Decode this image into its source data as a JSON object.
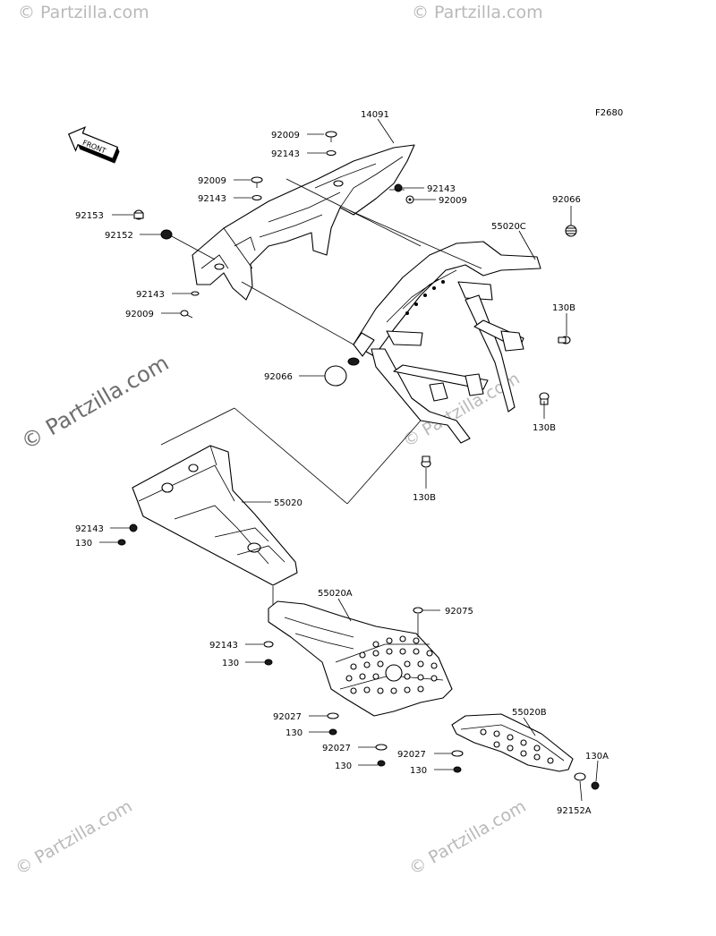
{
  "figure_code": "F2680",
  "front_label": "FRONT",
  "watermark": {
    "main": "© Partzilla.com",
    "tile": "© Partzilla.com"
  },
  "labels": {
    "p14091": "14091",
    "p92009_a": "92009",
    "p92143_a": "92143",
    "p92009_b": "92009",
    "p92143_b": "92143",
    "p92153": "92153",
    "p92152": "92152",
    "p92143_c": "92143",
    "p92009_c": "92009",
    "p92143_d": "92143",
    "p92009_d": "92009",
    "p92066_a": "92066",
    "p55020C": "55020C",
    "p130B_a": "130B",
    "p92066_b": "92066",
    "p130B_b": "130B",
    "p130B_c": "130B",
    "p55020": "55020",
    "p92143_e": "92143",
    "p130_a": "130",
    "p55020A": "55020A",
    "p92075": "92075",
    "p92143_f": "92143",
    "p130_b": "130",
    "p92027_a": "92027",
    "p130_c": "130",
    "p92027_b": "92027",
    "p130_d": "130",
    "p55020B": "55020B",
    "p92027_c": "92027",
    "p130_e": "130",
    "p130A": "130A",
    "p92152A": "92152A"
  }
}
